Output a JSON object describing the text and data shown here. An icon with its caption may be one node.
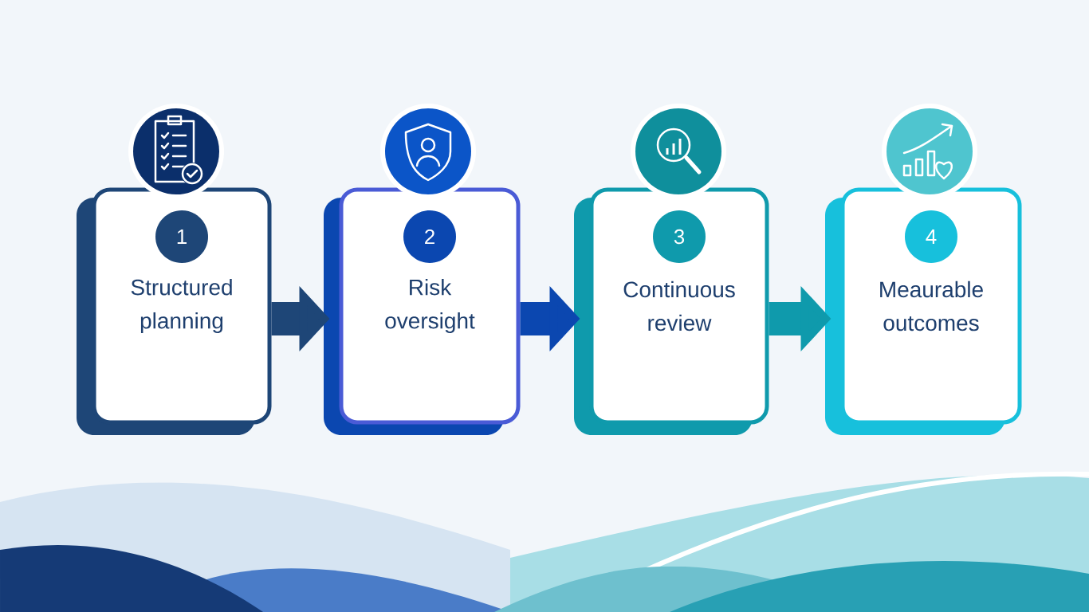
{
  "diagram": {
    "nodes": [
      {
        "text": [
          "Structured planning"
        ]
      },
      {
        "text": [
          "1"
        ],
        "in": 0
      },
      {
        "text": [
          "Risk oversight"
        ]
      },
      {
        "text": [
          "2"
        ],
        "in": 2
      },
      {
        "text": [
          "Continuous review"
        ]
      },
      {
        "text": [
          "3"
        ],
        "in": 4
      },
      {
        "text": [
          "Meaurable outcomes"
        ]
      },
      {
        "text": [
          "4"
        ],
        "in": 6
      }
    ],
    "edges": [
      {
        "from": 0,
        "to": 2,
        "arrow": "to",
        "color": "#1e4677"
      },
      {
        "from": 2,
        "to": 4,
        "arrow": "to",
        "color": "#0b47b0"
      },
      {
        "from": 4,
        "to": 6,
        "arrow": "to",
        "color": "#0f9aac"
      }
    ]
  }
}
